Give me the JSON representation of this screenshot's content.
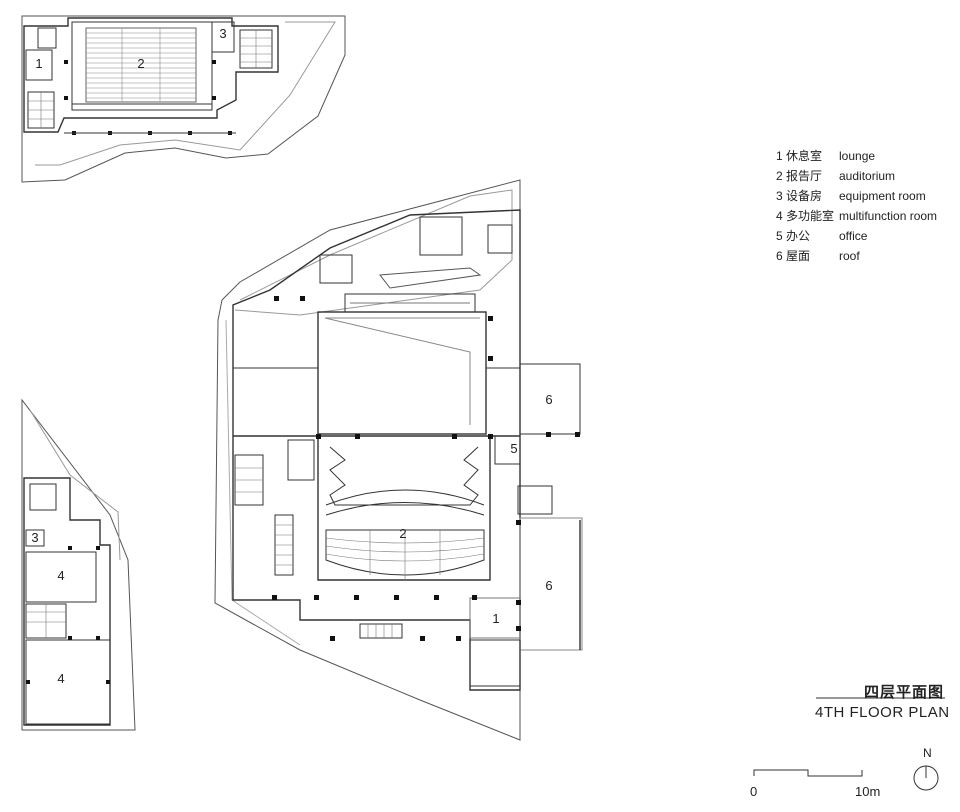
{
  "title": {
    "cn": "四层平面图",
    "en": "4TH FLOOR PLAN"
  },
  "legend": [
    {
      "num": "1",
      "cn": "休息室",
      "en": "lounge"
    },
    {
      "num": "2",
      "cn": "报告厅",
      "en": "auditorium"
    },
    {
      "num": "3",
      "cn": "设备房",
      "en": "equipment room"
    },
    {
      "num": "4",
      "cn": "多功能室",
      "en": "multifunction room"
    },
    {
      "num": "5",
      "cn": "办公",
      "en": "office"
    },
    {
      "num": "6",
      "cn": "屋面",
      "en": "roof"
    }
  ],
  "room_labels": {
    "top_lounge": "1",
    "top_auditorium": "2",
    "top_equipment": "3",
    "main_auditorium": "2",
    "main_office": "5",
    "main_roof_upper": "6",
    "main_roof_lower": "6",
    "main_lounge": "1",
    "left_equipment": "3",
    "left_multi_upper": "4",
    "left_multi_lower": "4"
  },
  "scale_bar": {
    "start": "0",
    "end": "10m"
  },
  "north": "N"
}
